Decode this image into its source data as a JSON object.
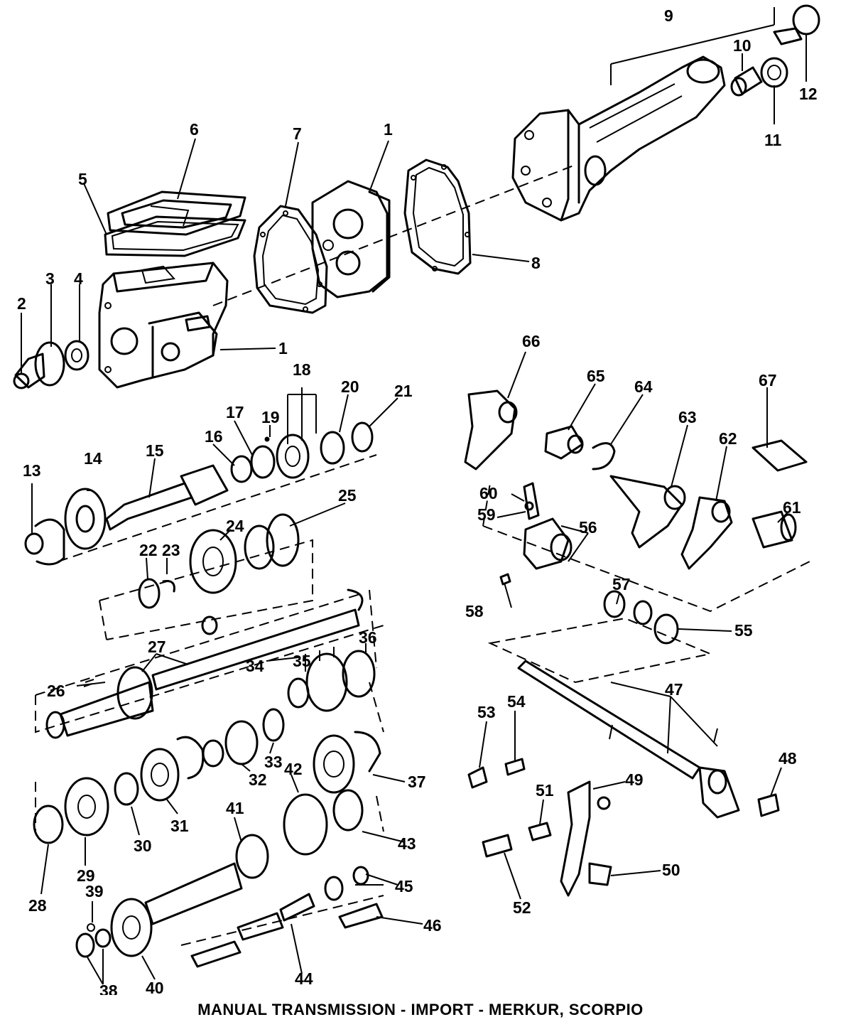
{
  "caption": "MANUAL TRANSMISSION - IMPORT - MERKUR, SCORPIO",
  "callouts": {
    "c1": "1",
    "c1b": "1",
    "c2": "2",
    "c3": "3",
    "c4": "4",
    "c5": "5",
    "c6": "6",
    "c7": "7",
    "c8": "8",
    "c9": "9",
    "c10": "10",
    "c11": "11",
    "c12": "12",
    "c13": "13",
    "c14": "14",
    "c15": "15",
    "c16": "16",
    "c17": "17",
    "c18": "18",
    "c19": "19",
    "c20": "20",
    "c21": "21",
    "c22": "22",
    "c23": "23",
    "c24": "24",
    "c25": "25",
    "c26": "26",
    "c27": "27",
    "c28": "28",
    "c29": "29",
    "c30": "30",
    "c31": "31",
    "c32": "32",
    "c33": "33",
    "c34": "34",
    "c35": "35",
    "c36": "36",
    "c37": "37",
    "c38": "38",
    "c39": "39",
    "c40": "40",
    "c41": "41",
    "c42": "42",
    "c43": "43",
    "c44": "44",
    "c45": "45",
    "c46": "46",
    "c47": "47",
    "c48": "48",
    "c49": "49",
    "c50": "50",
    "c51": "51",
    "c52": "52",
    "c53": "53",
    "c54": "54",
    "c55": "55",
    "c56": "56",
    "c57": "57",
    "c58": "58",
    "c59": "59",
    "c60": "60",
    "c61": "61",
    "c62": "62",
    "c63": "63",
    "c64": "64",
    "c65": "65",
    "c66": "66",
    "c67": "67"
  }
}
